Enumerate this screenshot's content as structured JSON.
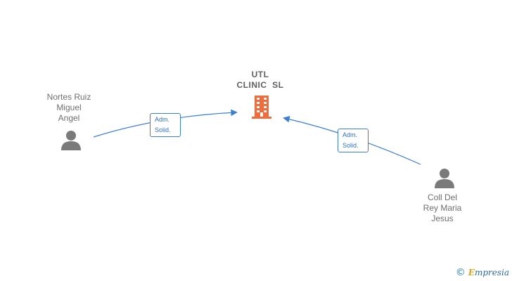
{
  "company": {
    "name_line1": "UTL",
    "name_line2": "CLINIC  SL"
  },
  "persons": [
    {
      "line1": "Nortes Ruiz",
      "line2": "Miguel",
      "line3": "Angel"
    },
    {
      "line1": "Coll Del",
      "line2": "Rey Maria",
      "line3": "Jesus"
    }
  ],
  "edges": [
    {
      "line1": "Adm.",
      "line2": "Solid."
    },
    {
      "line1": "Adm.",
      "line2": "Solid."
    }
  ],
  "brand": {
    "copyright": "©",
    "initial": "E",
    "rest": "mpresia"
  },
  "colors": {
    "company_icon": "#f26b3a",
    "person_icon": "#7a7a7a",
    "edge": "#3b7fd4"
  },
  "icons": {
    "company": "building-icon",
    "person": "person-icon"
  }
}
